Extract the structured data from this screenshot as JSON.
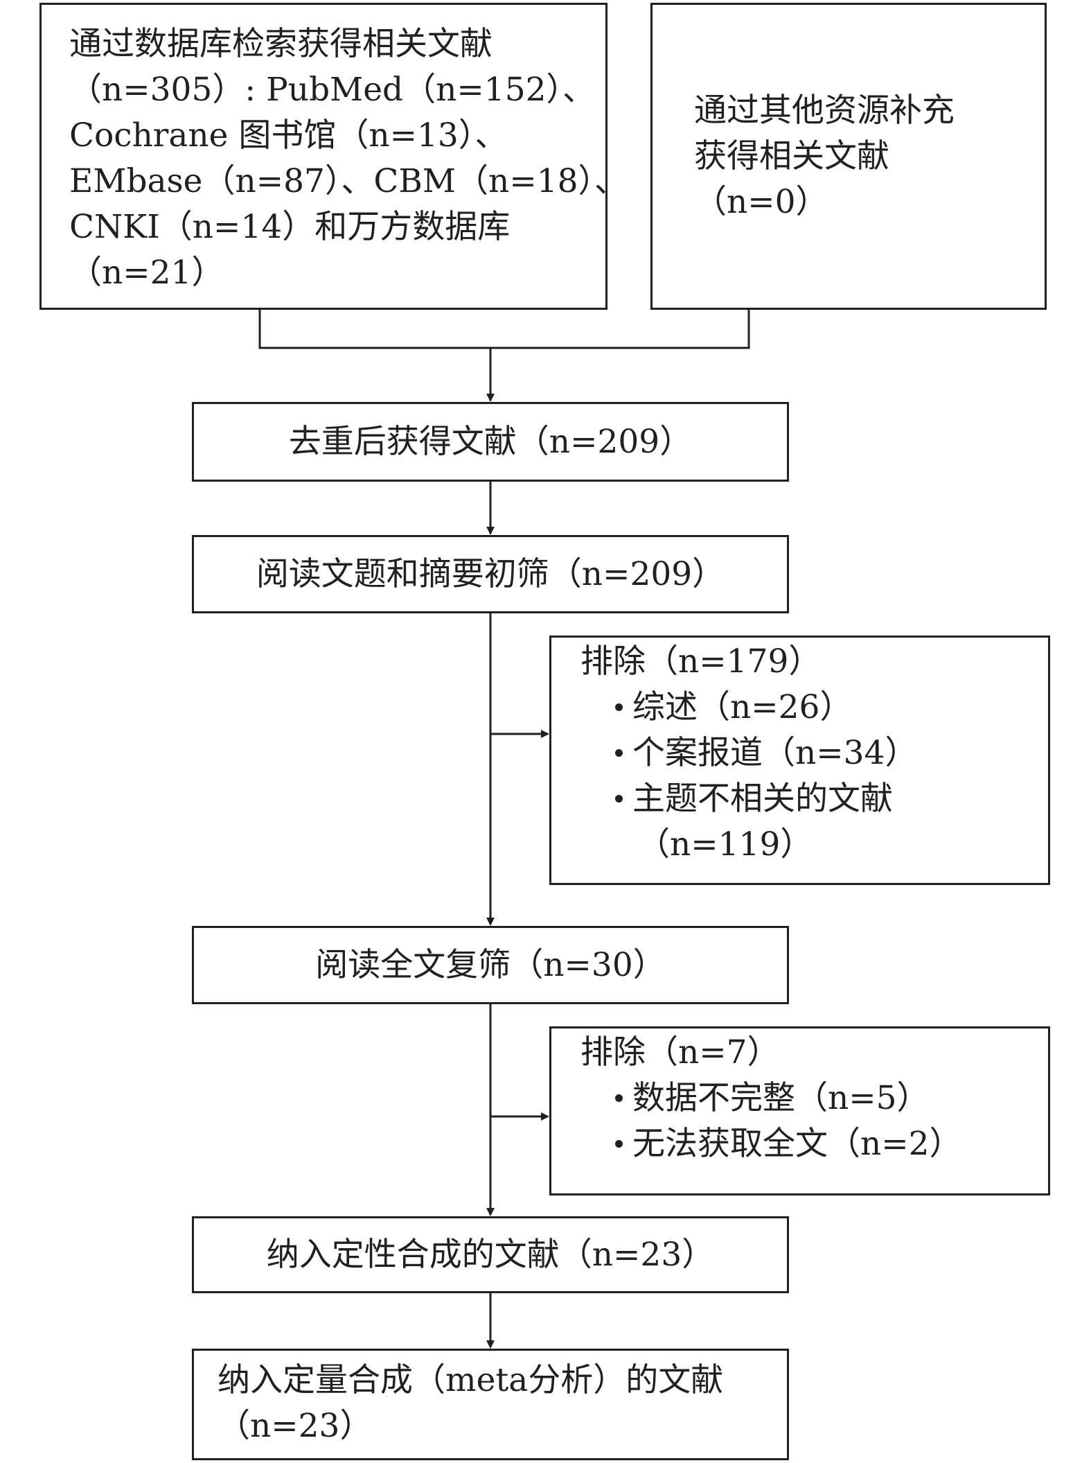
{
  "source_db": {
    "lines": [
      "通过数据库检索获得相关文献",
      "（n=305）: PubMed（n=152）、",
      "Cochrane 图书馆（n=13）、",
      "EMbase（n=87）、CBM（n=18）、",
      "CNKI（n=14）和万方数据库",
      "（n=21）"
    ]
  },
  "source_other": {
    "lines": [
      "通过其他资源补充",
      "获得相关文献",
      "（n=0）"
    ]
  },
  "dedup": {
    "text": "去重后获得文献（n=209）"
  },
  "screen_title": {
    "text": "阅读文题和摘要初筛（n=209）"
  },
  "exclude_1": {
    "heading": "排除（n=179）",
    "items": [
      "综述（n=26）",
      "个案报道（n=34）",
      "主题不相关的文献"
    ],
    "item_continuation": "（n=119）"
  },
  "fulltext": {
    "text": "阅读全文复筛（n=30）"
  },
  "exclude_2": {
    "heading": "排除（n=7）",
    "items": [
      "数据不完整（n=5）",
      "无法获取全文（n=2）"
    ]
  },
  "qualitative": {
    "text": "纳入定性合成的文献（n=23）"
  },
  "quantitative": {
    "lines": [
      "纳入定量合成（meta分析）的文献",
      "（n=23）"
    ]
  }
}
